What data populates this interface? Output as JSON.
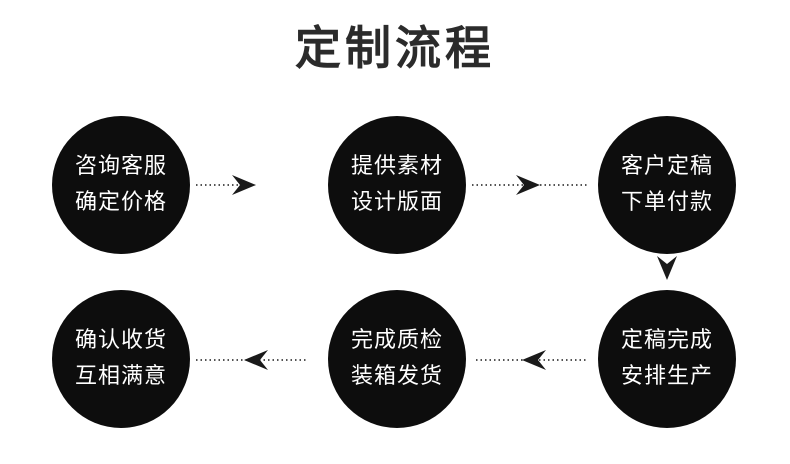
{
  "title": "定制流程",
  "steps": [
    {
      "line1": "咨询客服",
      "line2": "确定价格"
    },
    {
      "line1": "提供素材",
      "line2": "设计版面"
    },
    {
      "line1": "客户定稿",
      "line2": "下单付款"
    },
    {
      "line1": "定稿完成",
      "line2": "安排生产"
    },
    {
      "line1": "完成质检",
      "line2": "装箱发货"
    },
    {
      "line1": "确认收货",
      "line2": "互相满意"
    }
  ],
  "colors": {
    "circle": "#0d0d0d",
    "title": "#2b2b2b",
    "connector": "#1a1a1a"
  }
}
